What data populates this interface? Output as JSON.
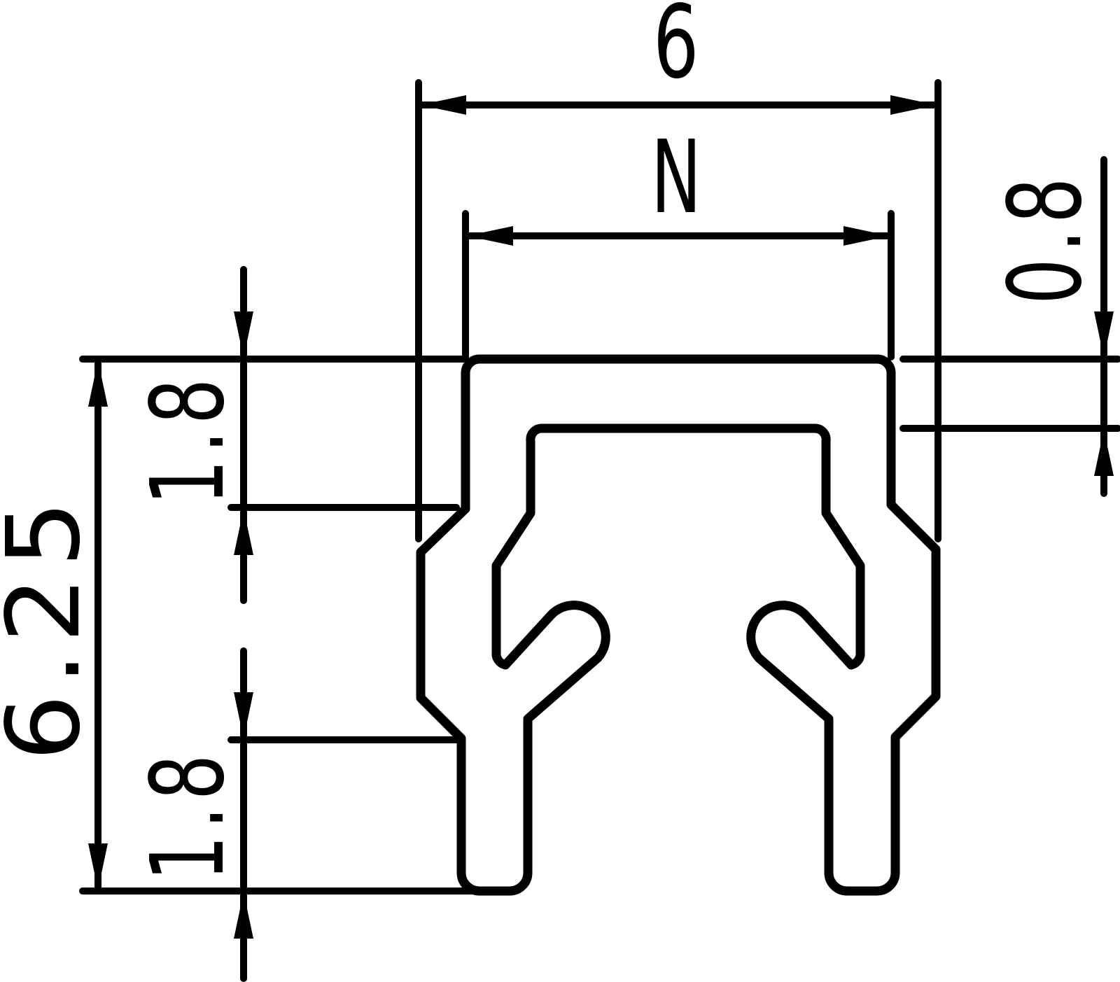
{
  "drawing": {
    "type": "technical-cross-section",
    "description": "CAD cross-section drawing of a clip-in cover profile with dimension annotations",
    "background_color": "#ffffff",
    "line_color": "#000000",
    "dimensions": {
      "overall_width": {
        "label": "6",
        "orientation": "horizontal",
        "position": "top"
      },
      "nominal_width": {
        "label": "N",
        "orientation": "horizontal",
        "position": "top-inner"
      },
      "wall_thickness": {
        "label": "0.8",
        "orientation": "vertical",
        "position": "right"
      },
      "overall_height": {
        "label": "6.25",
        "orientation": "vertical",
        "position": "left"
      },
      "upper_offset": {
        "label": "1.8",
        "orientation": "vertical",
        "position": "left-upper"
      },
      "lower_offset": {
        "label": "1.8",
        "orientation": "vertical",
        "position": "left-lower"
      }
    }
  }
}
